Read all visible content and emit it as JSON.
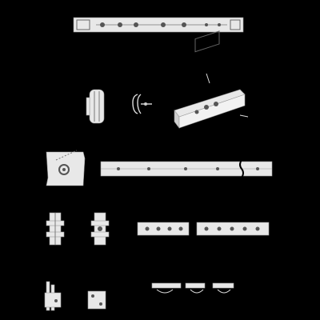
{
  "sheet": {
    "background": "#000000",
    "line_color": "#e8e8e8"
  },
  "parts": [
    "rail-assembly-top",
    "slider-side-view",
    "bracket-profile",
    "rail-isometric",
    "block-with-bolts",
    "long-rail-with-break",
    "slider-front-left",
    "slider-front-right",
    "carriage-strip-short",
    "carriage-strip-long",
    "small-stack-left",
    "small-block",
    "linked-segments"
  ]
}
